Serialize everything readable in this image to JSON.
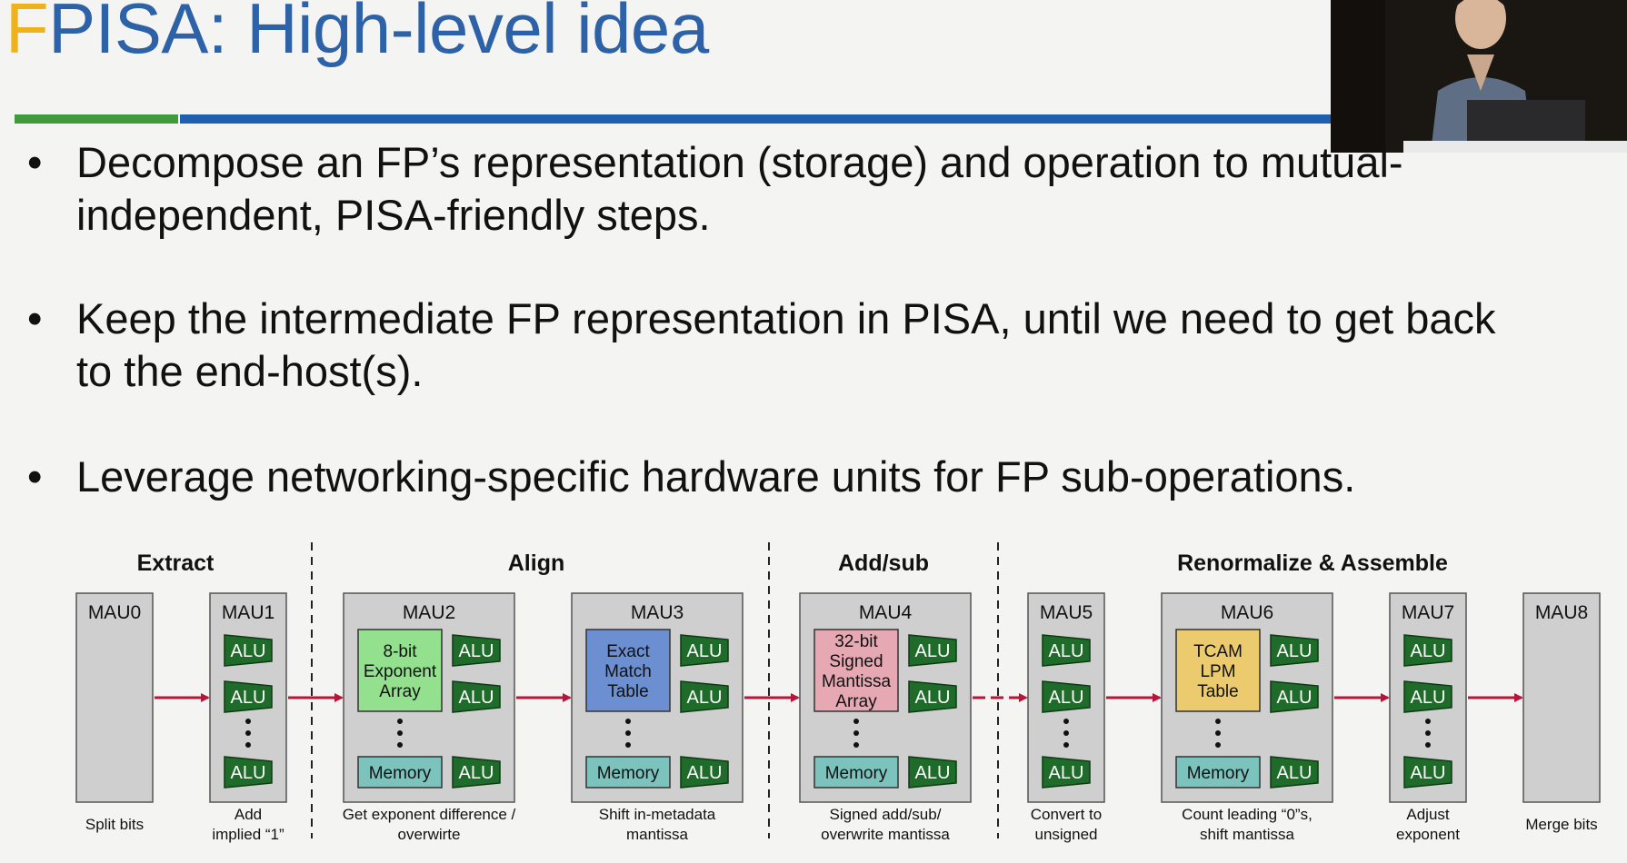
{
  "slide": {
    "title_prefix": "F",
    "title_rest": "PISA: High-level idea",
    "bullets": [
      {
        "line1": "Decompose an FP’s representation (storage) and operation to mutual-",
        "line2": "independent, PISA-friendly steps."
      },
      {
        "line1": "Keep the intermediate FP representation in PISA, until we need to get back",
        "line2": "to the end-host(s)."
      },
      {
        "line1": "Leverage networking-specific hardware units for FP sub-operations.",
        "line2": ""
      }
    ],
    "bullet_glyph": "•"
  },
  "diagram": {
    "stages": [
      "Extract",
      "Align",
      "Add/sub",
      "Renormalize & Assemble"
    ],
    "alu_label": "ALU",
    "memory_label": "Memory",
    "ellipsis": "⋮",
    "maus": [
      {
        "name": "MAU0",
        "caption": [
          "Split bits"
        ]
      },
      {
        "name": "MAU1",
        "caption": [
          "Add",
          "implied “1”"
        ]
      },
      {
        "name": "MAU2",
        "table": [
          "8-bit",
          "Exponent",
          "Array"
        ],
        "caption": [
          "Get exponent difference /",
          "overwirte"
        ]
      },
      {
        "name": "MAU3",
        "table": [
          "Exact",
          "Match",
          "Table"
        ],
        "caption": [
          "Shift in-metadata",
          "mantissa"
        ]
      },
      {
        "name": "MAU4",
        "table": [
          "32-bit",
          "Signed",
          "Mantissa",
          "Array"
        ],
        "caption": [
          "Signed add/sub/",
          "overwrite mantissa"
        ]
      },
      {
        "name": "MAU5",
        "caption": [
          "Convert to",
          "unsigned"
        ]
      },
      {
        "name": "MAU6",
        "table": [
          "TCAM",
          "LPM",
          "Table"
        ],
        "caption": [
          "Count leading “0”s,",
          "shift mantissa"
        ]
      },
      {
        "name": "MAU7",
        "caption": [
          "Adjust",
          "exponent"
        ]
      },
      {
        "name": "MAU8",
        "caption": [
          "Merge bits"
        ]
      }
    ],
    "colors": {
      "alu": "#1f6b2a",
      "mau_fill": "#cfcfcf",
      "memory": "#7cc3be",
      "exponent_array": "#93e08e",
      "exact_match": "#6b8fd0",
      "mantissa_array": "#e6a9b3",
      "tcam": "#eccb6e",
      "arrow": "#b5163a"
    }
  }
}
